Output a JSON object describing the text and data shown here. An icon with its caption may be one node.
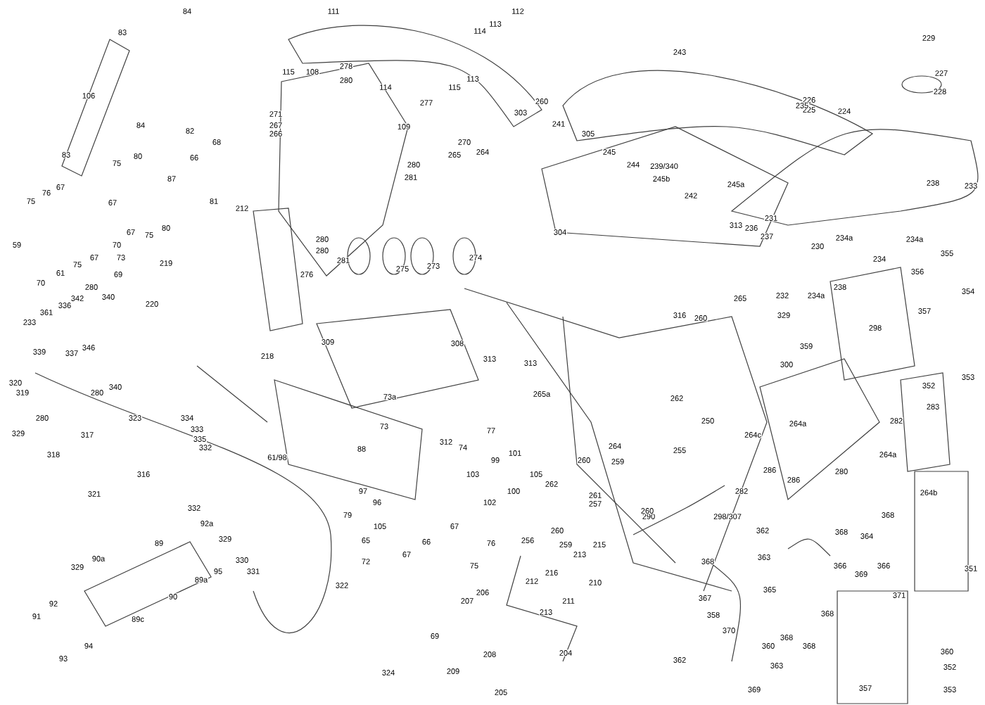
{
  "diagram": {
    "labels": [
      "84",
      "83",
      "106",
      "84",
      "82",
      "68",
      "83",
      "80",
      "66",
      "75",
      "87",
      "81",
      "212",
      "67",
      "76",
      "75",
      "67",
      "70",
      "73",
      "67",
      "67",
      "75",
      "80",
      "59",
      "61",
      "75",
      "70",
      "69",
      "219",
      "220",
      "280",
      "276",
      "340",
      "342",
      "280",
      "336",
      "361",
      "233",
      "337",
      "346",
      "309",
      "111",
      "115",
      "108",
      "278",
      "280",
      "114",
      "112",
      "113",
      "114",
      "113",
      "115",
      "271",
      "267",
      "266",
      "277",
      "109",
      "270",
      "265",
      "264",
      "280",
      "281",
      "280",
      "281",
      "275",
      "273",
      "274",
      "308",
      "313",
      "313",
      "243",
      "303",
      "260",
      "241",
      "305",
      "245",
      "244",
      "239/340",
      "245b",
      "242",
      "245a",
      "304",
      "313",
      "226",
      "225",
      "235",
      "224",
      "229",
      "227",
      "228",
      "233",
      "238",
      "231",
      "236",
      "237",
      "230",
      "234a",
      "234",
      "234a",
      "238",
      "234a",
      "232",
      "355",
      "356",
      "354",
      "357",
      "298",
      "359",
      "329",
      "265",
      "316",
      "260",
      "353",
      "352",
      "300",
      "339",
      "340",
      "280",
      "320",
      "319",
      "280",
      "329",
      "317",
      "318",
      "321",
      "323",
      "334",
      "333",
      "335",
      "332",
      "316",
      "61/98",
      "218",
      "332",
      "92a",
      "329",
      "330",
      "331",
      "95",
      "89",
      "89a",
      "90",
      "90a",
      "329",
      "92",
      "91",
      "94",
      "93",
      "89c",
      "265a",
      "73a",
      "73",
      "88",
      "312",
      "74",
      "77",
      "99",
      "101",
      "103",
      "105",
      "100",
      "102",
      "97",
      "96",
      "79",
      "105",
      "65",
      "66",
      "67",
      "67",
      "76",
      "75",
      "72",
      "69",
      "322",
      "324",
      "206",
      "207",
      "208",
      "209",
      "204",
      "205",
      "212",
      "216",
      "213",
      "211",
      "213",
      "215",
      "210",
      "256",
      "259",
      "260",
      "262",
      "260",
      "259",
      "261",
      "257",
      "264",
      "290",
      "262",
      "250",
      "255",
      "264a",
      "264c",
      "286",
      "282",
      "286",
      "282",
      "283",
      "264a",
      "280",
      "264b",
      "298/307",
      "362",
      "368",
      "364",
      "368",
      "363",
      "366",
      "369",
      "366",
      "351",
      "371",
      "368",
      "367",
      "358",
      "370",
      "360",
      "368",
      "368",
      "368",
      "365",
      "363",
      "362",
      "360",
      "352",
      "353",
      "357",
      "369",
      "260"
    ]
  }
}
